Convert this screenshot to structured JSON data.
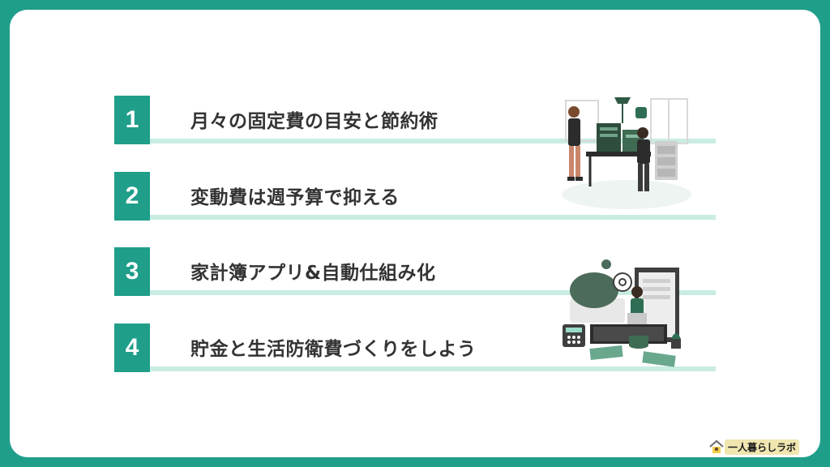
{
  "items": [
    {
      "number": "1",
      "label": "月々の固定費の目安と節約術"
    },
    {
      "number": "2",
      "label": "変動費は週予算で抑える"
    },
    {
      "number": "3",
      "label": "家計簿アプリ&自動仕組み化"
    },
    {
      "number": "4",
      "label": "貯金と生活防衛費づくりをしよう"
    }
  ],
  "logo": {
    "text": "一人暮らしラボ"
  },
  "colors": {
    "accent": "#1f9e8a",
    "underline": "#c9ece3",
    "text": "#333333"
  },
  "icons": [
    "office-workers-illustration",
    "piggy-bank-savings-illustration",
    "house-logo-icon"
  ]
}
